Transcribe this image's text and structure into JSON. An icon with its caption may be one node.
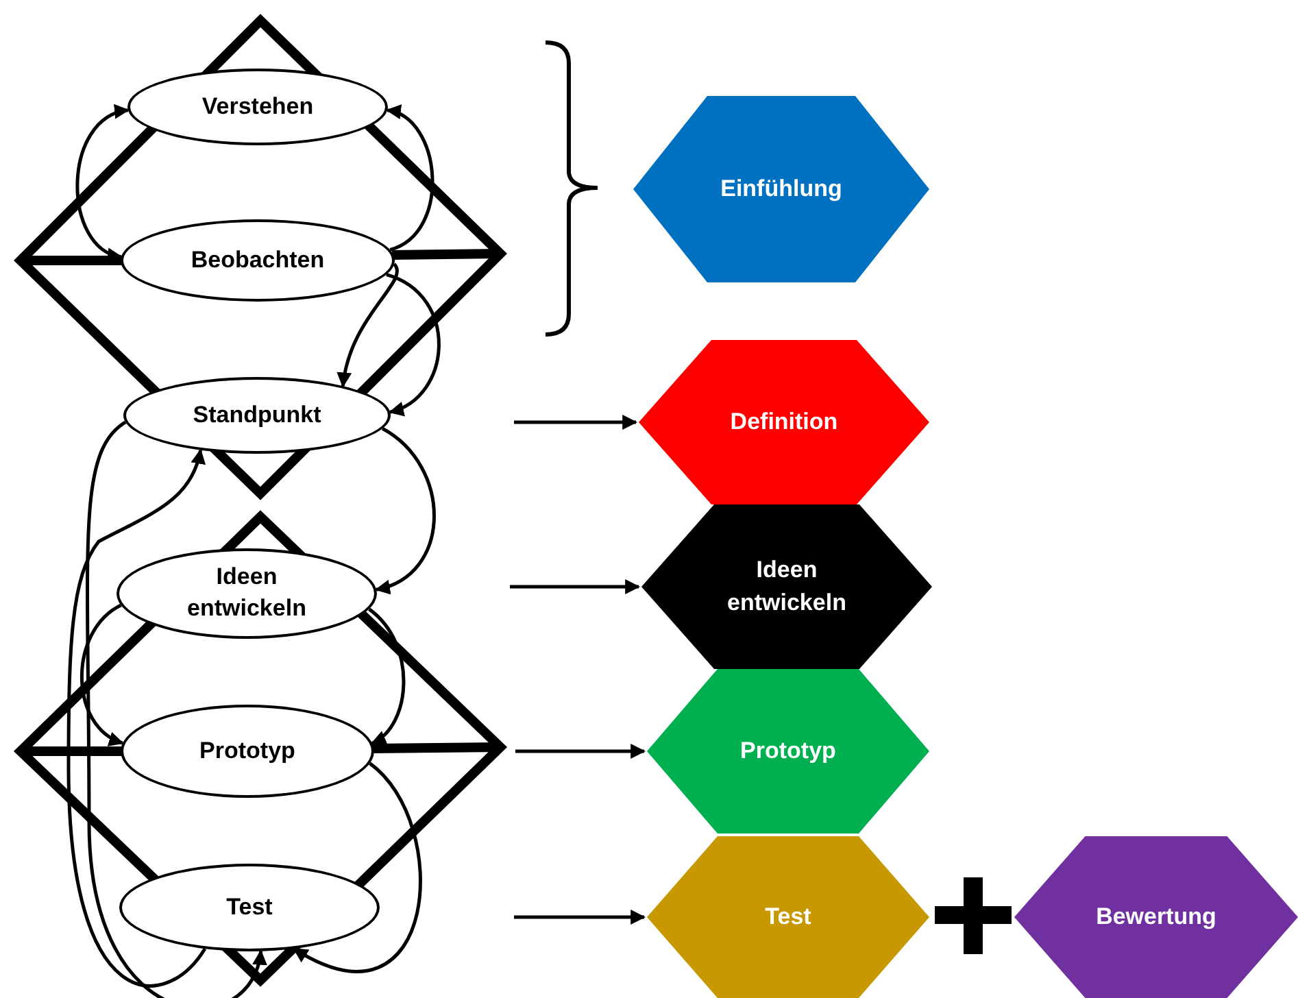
{
  "diagram": {
    "nodes": [
      {
        "text": [
          "Verstehen"
        ]
      },
      {
        "text": [
          "Beobachten"
        ]
      },
      {
        "text": [
          "Standpunkt"
        ]
      },
      {
        "text": [
          "Ideen entwickeln"
        ]
      },
      {
        "text": [
          "Prototyp"
        ]
      },
      {
        "text": [
          "Test"
        ]
      },
      {
        "text": [
          "Einfühlung"
        ]
      },
      {
        "text": [
          "Definition"
        ]
      },
      {
        "text": [
          "Ideen entwickeln"
        ]
      },
      {
        "text": [
          "Prototyp"
        ]
      },
      {
        "text": [
          "Test"
        ]
      },
      {
        "text": [
          "Bewertung"
        ]
      }
    ],
    "edges": [
      {
        "from": 1,
        "to": 0,
        "arrow": "both"
      },
      {
        "from": 1,
        "to": 0,
        "arrow": "to"
      },
      {
        "from": 1,
        "to": 2,
        "arrow": "to"
      },
      {
        "from": 1,
        "to": 2,
        "arrow": "to"
      },
      {
        "from": 2,
        "to": 3,
        "arrow": "to"
      },
      {
        "from": 3,
        "to": 4,
        "arrow": "to"
      },
      {
        "from": 3,
        "to": 4,
        "arrow": "to"
      },
      {
        "from": 5,
        "to": 2,
        "arrow": "to"
      },
      {
        "from": 2,
        "to": 5,
        "arrow": "to"
      },
      {
        "from": 4,
        "to": 5,
        "arrow": "to"
      },
      {
        "from": null,
        "to": 7,
        "arrow": "to"
      },
      {
        "from": null,
        "to": 8,
        "arrow": "to"
      },
      {
        "from": null,
        "to": 9,
        "arrow": "to"
      },
      {
        "from": null,
        "to": 10,
        "arrow": "to"
      }
    ]
  }
}
